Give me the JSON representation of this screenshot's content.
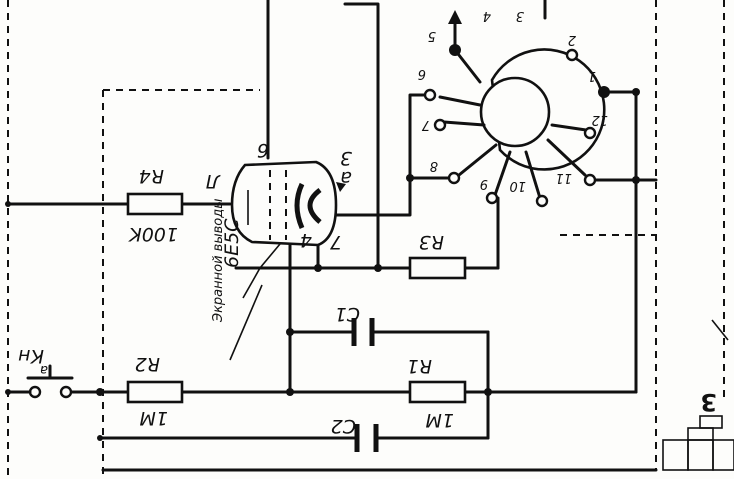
{
  "components": {
    "r4": {
      "ref": "R4",
      "value": "100K"
    },
    "r2": {
      "ref": "R2",
      "value": "1M"
    },
    "r1": {
      "ref": "R1",
      "value": "1M"
    },
    "r3": {
      "ref": "R3"
    },
    "c1": {
      "ref": "C1"
    },
    "c2": {
      "ref": "C2"
    },
    "tube": {
      "ref": "Л",
      "type": "6Е5С"
    },
    "button": {
      "ref": "Кн",
      "contact": "a"
    }
  },
  "switch_positions": [
    "1",
    "2",
    "3",
    "4",
    "5",
    "6",
    "7",
    "8",
    "9",
    "10",
    "11",
    "12"
  ],
  "tube_pins": [
    "6",
    "3",
    "a",
    "7",
    "4"
  ],
  "note": "Экранной выводы",
  "corner_label": "3"
}
